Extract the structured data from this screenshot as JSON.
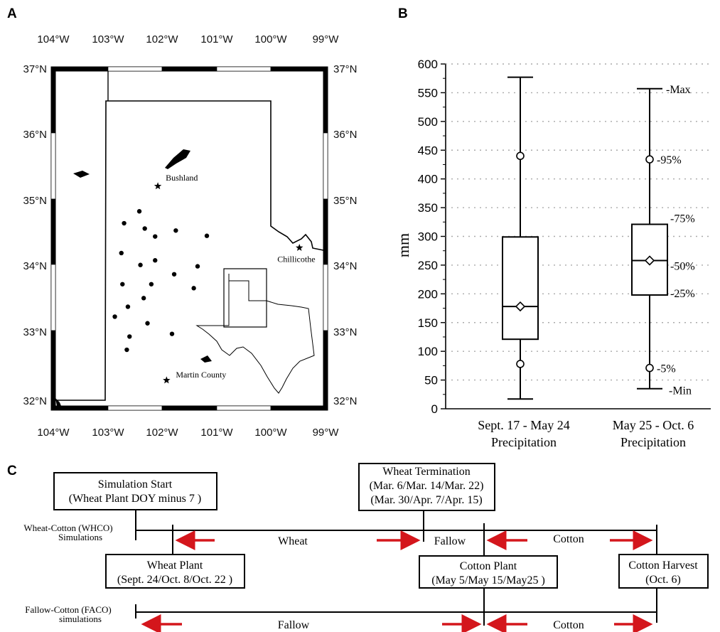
{
  "panels": {
    "a": "A",
    "b": "B",
    "c": "C"
  },
  "map": {
    "lon_labels": [
      "104°W",
      "103°W",
      "102°W",
      "101°W",
      "100°W",
      "99°W"
    ],
    "lat_labels": [
      "37°N",
      "36°N",
      "35°N",
      "34°N",
      "33°N",
      "32°N"
    ],
    "stations": [
      {
        "name": "Bushland",
        "lon": -102.08,
        "lat": 35.21
      },
      {
        "name": "Chillicothe",
        "lon": -99.48,
        "lat": 34.28
      },
      {
        "name": "Martin County",
        "lon": -101.92,
        "lat": 32.28
      }
    ],
    "weather_sites": [
      {
        "lon": -102.7,
        "lat": 34.65
      },
      {
        "lon": -102.42,
        "lat": 34.83
      },
      {
        "lon": -102.32,
        "lat": 34.57
      },
      {
        "lon": -102.13,
        "lat": 34.45
      },
      {
        "lon": -101.75,
        "lat": 34.54
      },
      {
        "lon": -101.18,
        "lat": 34.46
      },
      {
        "lon": -102.75,
        "lat": 34.2
      },
      {
        "lon": -102.4,
        "lat": 34.02
      },
      {
        "lon": -102.13,
        "lat": 34.09
      },
      {
        "lon": -101.78,
        "lat": 33.88
      },
      {
        "lon": -101.35,
        "lat": 34.0
      },
      {
        "lon": -101.42,
        "lat": 33.67
      },
      {
        "lon": -102.73,
        "lat": 33.73
      },
      {
        "lon": -102.2,
        "lat": 33.73
      },
      {
        "lon": -102.34,
        "lat": 33.52
      },
      {
        "lon": -102.63,
        "lat": 33.39
      },
      {
        "lon": -102.87,
        "lat": 33.24
      },
      {
        "lon": -102.27,
        "lat": 33.14
      },
      {
        "lon": -102.6,
        "lat": 32.94
      },
      {
        "lon": -101.82,
        "lat": 32.98
      },
      {
        "lon": -102.65,
        "lat": 32.74
      }
    ]
  },
  "chart_data": {
    "type": "boxplot",
    "ylabel": "mm",
    "ylim": [
      0,
      600
    ],
    "yticks": [
      0,
      50,
      100,
      150,
      200,
      250,
      300,
      350,
      400,
      450,
      500,
      550,
      600
    ],
    "grid": "horizontal dotted",
    "categories": [
      "Sept. 17 -  May 24\nPrecipitation",
      "May 25 -  Oct. 6\nPrecipitation"
    ],
    "boxes": [
      {
        "min": 17,
        "p5": 78,
        "q25": 121,
        "median": 178,
        "q75": 299,
        "p95": 440,
        "max": 577
      },
      {
        "min": 35,
        "p5": 71,
        "q25": 198,
        "median": 258,
        "q75": 321,
        "p95": 434,
        "max": 557
      }
    ],
    "annotations": [
      "-Max",
      "-95%",
      "-75%",
      "-50%",
      "-25%",
      "-5%",
      "-Min"
    ]
  },
  "timeline": {
    "boxes": {
      "sim_start": [
        "Simulation Start",
        "(Wheat Plant DOY minus 7 )"
      ],
      "wheat_term": [
        "Wheat Termination",
        "(Mar. 6/Mar. 14/Mar. 22)",
        "(Mar. 30/Apr. 7/Apr. 15)"
      ],
      "wheat_plant": [
        "Wheat Plant",
        "(Sept. 24/Oct. 8/Oct. 22 )"
      ],
      "cotton_plant": [
        "Cotton Plant",
        "(May 5/May 15/May25 )"
      ],
      "cotton_harvest": [
        "Cotton Harvest",
        "(Oct. 6)"
      ]
    },
    "rows": {
      "whco": [
        "Wheat-Cotton (WHCO)",
        "Simulations"
      ],
      "faco": [
        "Fallow-Cotton (FACO)",
        "simulations"
      ]
    },
    "segments": {
      "wheat": "Wheat",
      "fallow_1": "Fallow",
      "cotton_1": "Cotton",
      "fallow_2": "Fallow",
      "cotton_2": "Cotton"
    },
    "arrow_color": "#d4161c"
  }
}
